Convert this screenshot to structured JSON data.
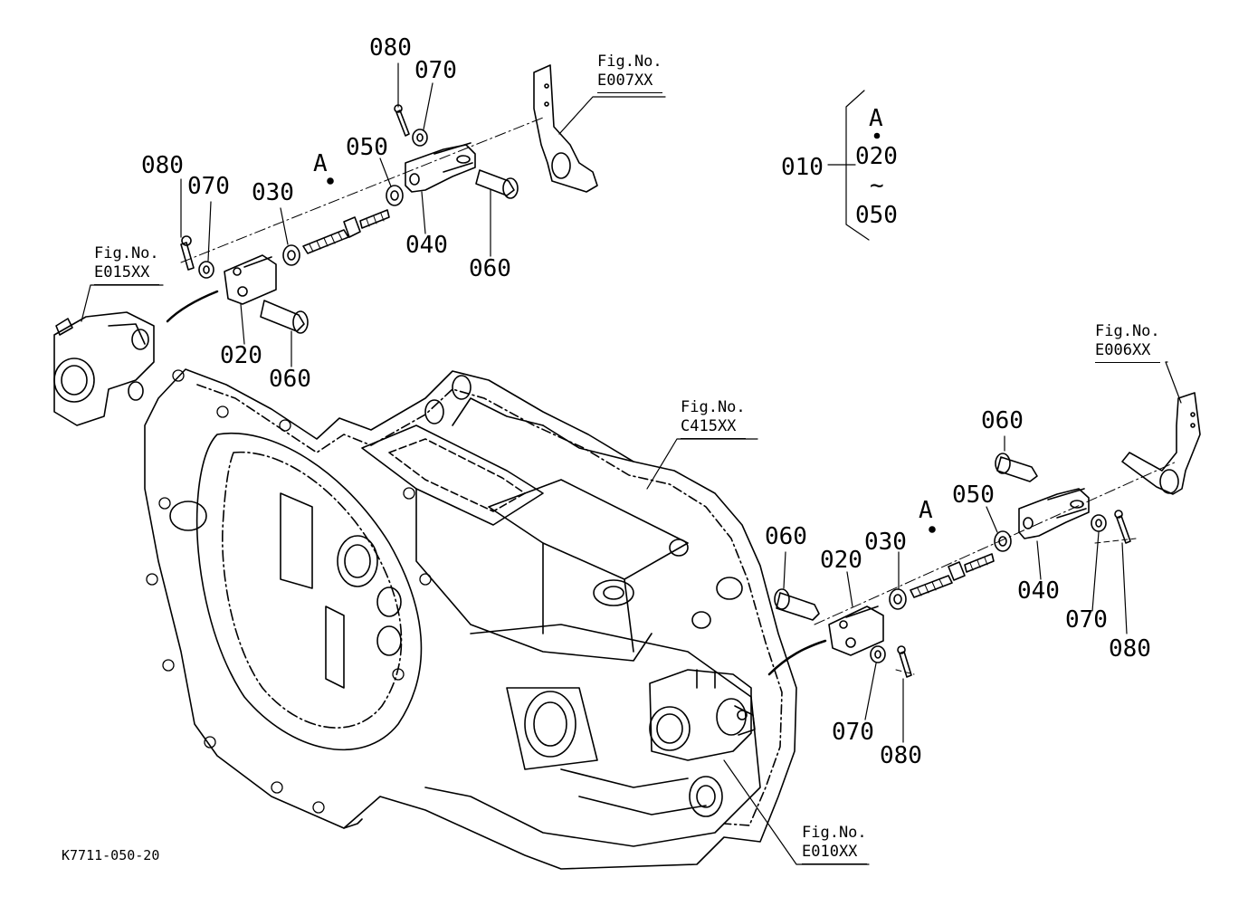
{
  "diagram_code": "K7711-050-20",
  "legend": {
    "main": "010",
    "a": "A",
    "from": "020",
    "tilde": "~",
    "to": "050"
  },
  "figure_refs": {
    "top_lever": {
      "label": "Fig.No.",
      "code": "E007XX"
    },
    "left_housing": {
      "label": "Fig.No.",
      "code": "E015XX"
    },
    "case": {
      "label": "Fig.No.",
      "code": "C415XX"
    },
    "right_lever": {
      "label": "Fig.No.",
      "code": "E006XX"
    },
    "bottom_housing": {
      "label": "Fig.No.",
      "code": "E010XX"
    }
  },
  "callouts_left": {
    "c080_top": "080",
    "c070_top": "070",
    "c050": "050",
    "c040": "040",
    "c060_top": "060",
    "a": "A",
    "c030": "030",
    "c080_left": "080",
    "c070_left": "070",
    "c020": "020",
    "c060_bottom": "060"
  },
  "callouts_right": {
    "c060_top": "060",
    "c050": "050",
    "a": "A",
    "c060_left": "060",
    "c020": "020",
    "c030": "030",
    "c040": "040",
    "c070_right": "070",
    "c080_right": "080",
    "c070_bottom": "070",
    "c080_bottom": "080"
  }
}
